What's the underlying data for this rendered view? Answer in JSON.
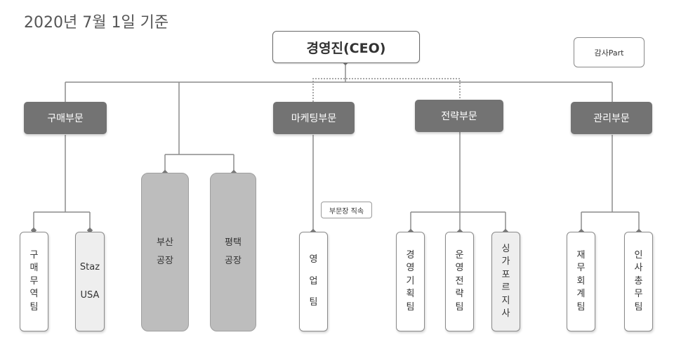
{
  "date_label": "2020년 7월 1일 기준",
  "ceo": "경영진(CEO)",
  "audit": "감사Part",
  "departments": {
    "purchasing": "구매부문",
    "marketing": "마케팅부문",
    "strategy": "전략부문",
    "management": "관리부문"
  },
  "note": "부문장 직속",
  "factories": {
    "busan": [
      "부산",
      "공장"
    ],
    "pyeongtaek": [
      "평택",
      "공장"
    ]
  },
  "teams": {
    "trade": [
      "구",
      "매",
      "무",
      "역",
      "팀"
    ],
    "staz": [
      "Staz",
      "USA"
    ],
    "sales": [
      "영",
      "업",
      "팀"
    ],
    "planning": [
      "경",
      "영",
      "기",
      "획",
      "팀"
    ],
    "operations": [
      "운",
      "영",
      "전",
      "략",
      "팀"
    ],
    "singapore": [
      "싱",
      "가",
      "포",
      "르",
      "지",
      "사"
    ],
    "finance": [
      "재",
      "무",
      "회",
      "계",
      "팀"
    ],
    "hr": [
      "인",
      "사",
      "총",
      "무",
      "팀"
    ]
  },
  "colors": {
    "line": "#8c8c8c",
    "dept_fill": "#737373",
    "factory_fill": "#bdbdbd",
    "shaded_team": "#eeeeee"
  }
}
